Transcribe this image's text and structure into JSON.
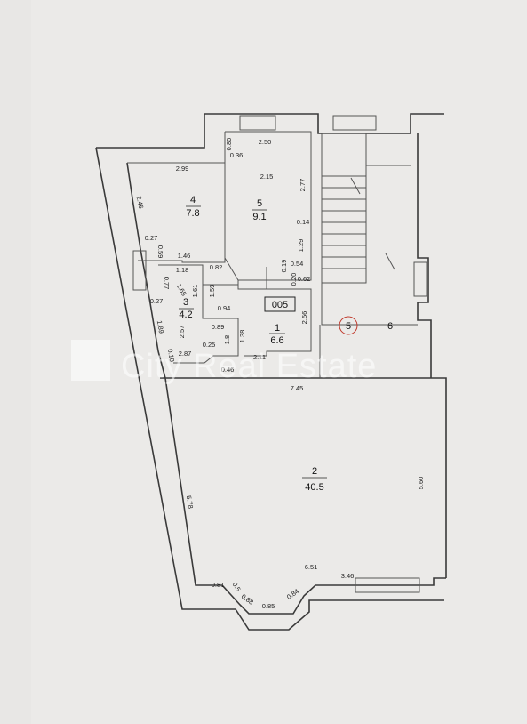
{
  "plan": {
    "unit_label": "005",
    "stair_marker": "5",
    "watermark": "City Real Estate"
  },
  "rooms": [
    {
      "id": "r1",
      "number": "1",
      "area": "6.6"
    },
    {
      "id": "r2",
      "number": "2",
      "area": "40.5"
    },
    {
      "id": "r3",
      "number": "3",
      "area": "4.2"
    },
    {
      "id": "r4",
      "number": "4",
      "area": "7.8"
    },
    {
      "id": "r5",
      "number": "5",
      "area": "9.1"
    },
    {
      "id": "r6",
      "number": "6",
      "area": ""
    }
  ],
  "dimensions": {
    "d_2_50": "2.50",
    "d_0_80": "0.80",
    "d_0_36": "0.36",
    "d_2_99": "2.99",
    "d_2_15": "2.15",
    "d_2_77": "2.77",
    "d_2_46": "2.46",
    "d_0_14": "0.14",
    "d_1_29": "1.29",
    "d_0_27a": "0.27",
    "d_0_59": "0.59",
    "d_1_46": "1.46",
    "d_1_18": "1.18",
    "d_0_82": "0.82",
    "d_0_19": "0.19",
    "d_0_54": "0.54",
    "d_0_20": "0.20",
    "d_0_62": "0.62",
    "d_0_27b": "0.27",
    "d_0_77": "0.77",
    "d_1_65": "1.65",
    "d_1_61": "1.61",
    "d_1_59": "1.59",
    "d_0_94": "0.94",
    "d_2_56": "2.56",
    "d_1_89": "1.89",
    "d_2_57": "2.57",
    "d_0_89": "0.89",
    "d_1_8": "1.8",
    "d_1_38": "1.38",
    "d_0_25": "0.25",
    "d_2_87": "2.87",
    "d_0_46": "0.46",
    "d_2_11": "2.11",
    "d_0_10": "0.10",
    "d_7_45": "7.45",
    "d_5_78": "5.78",
    "d_5_60": "5.60",
    "d_6_51": "6.51",
    "d_3_46": "3.46",
    "d_0_81": "0.81",
    "d_0_5": "0.5",
    "d_0_88": "0.88",
    "d_0_85": "0.85",
    "d_0_84": "0.84"
  }
}
